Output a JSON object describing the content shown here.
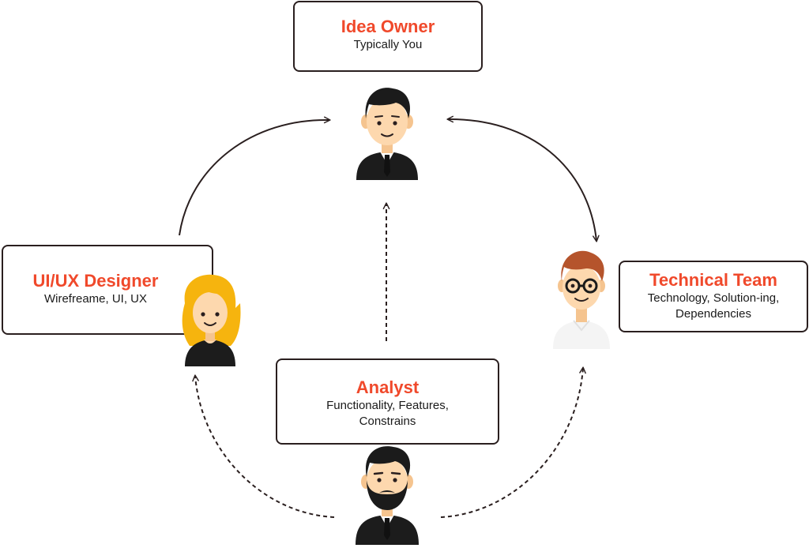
{
  "roles": {
    "owner": {
      "title": "Idea Owner",
      "desc": "Typically You"
    },
    "designer": {
      "title": "UI/UX Designer",
      "desc": "Wirefreame, UI, UX"
    },
    "tech": {
      "title": "Technical Team",
      "desc_line1": "Technology, Solution-ing,",
      "desc_line2": "Dependencies"
    },
    "analyst": {
      "title": "Analyst",
      "desc_line1": "Functionality, Features,",
      "desc_line2": "Constrains"
    }
  },
  "colors": {
    "accent": "#f0492b",
    "border": "#2a1f1f",
    "arrow": "#2a1f1f",
    "skin": "#fdd8ae",
    "hair_dark": "#1b1b1b",
    "hair_blonde": "#f6b40e",
    "hair_red": "#b5542c",
    "suit": "#1c1c1c"
  },
  "icons": {
    "owner": "man-in-suit-icon",
    "designer": "blonde-woman-icon",
    "tech": "man-with-glasses-icon",
    "analyst": "bearded-man-icon"
  }
}
